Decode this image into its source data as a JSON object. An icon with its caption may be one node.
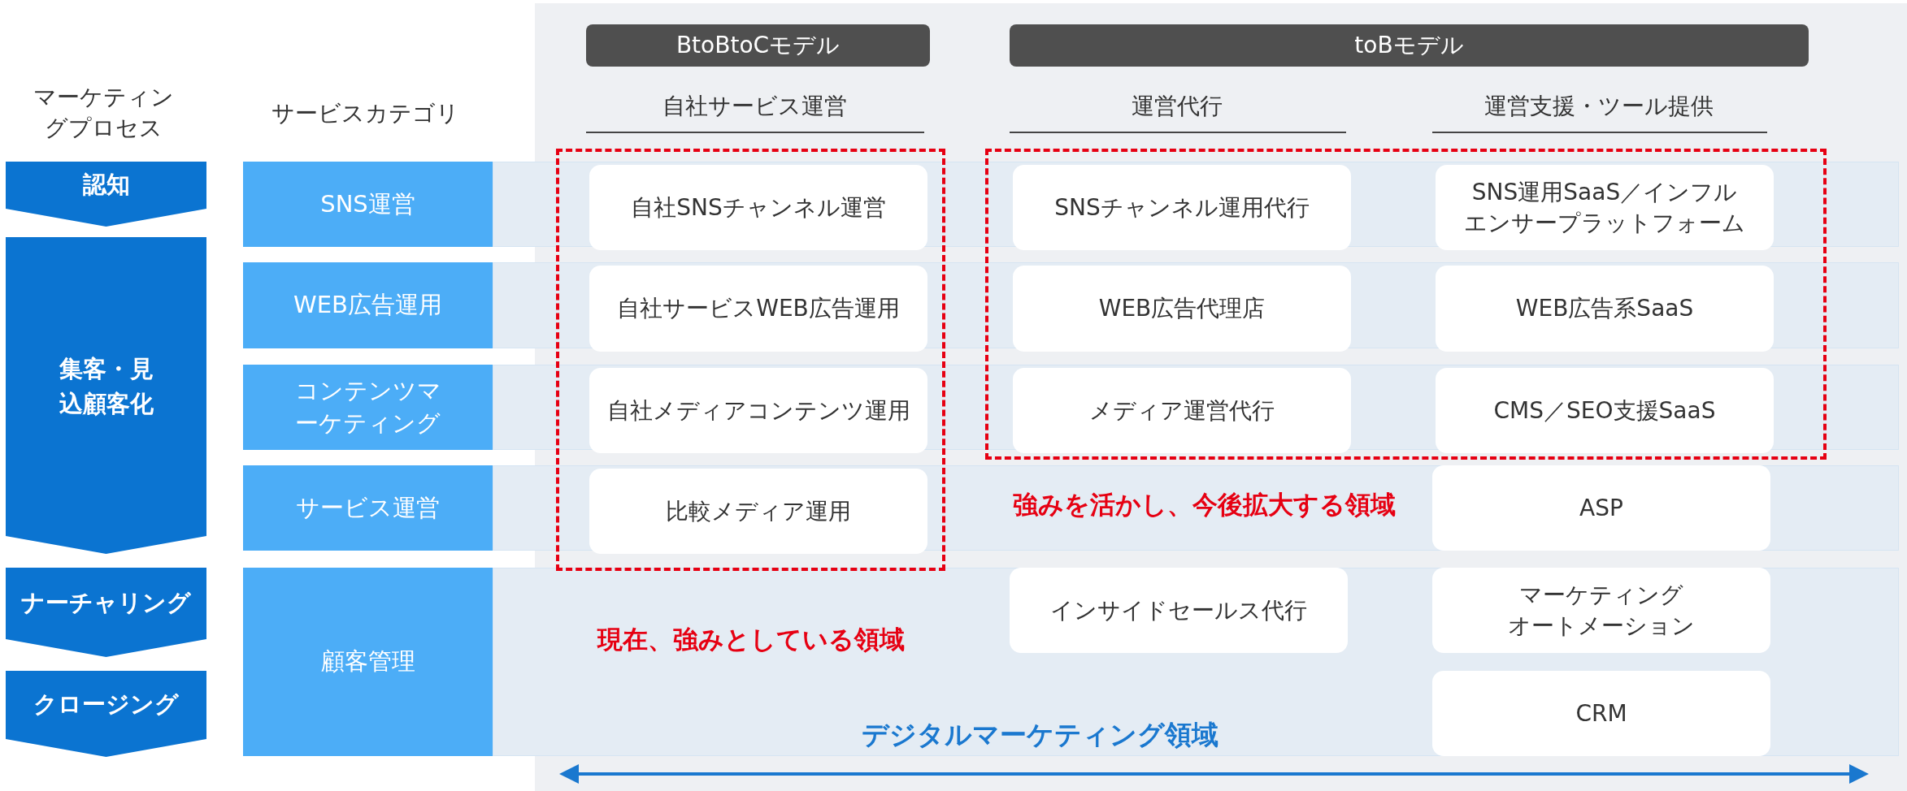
{
  "diagram": {
    "nodes": [
      {
        "text": [
          "BtoBtoCモデル"
        ]
      },
      {
        "text": [
          "toBモデル"
        ]
      },
      {
        "text": [
          "認知"
        ]
      },
      {
        "text": [
          "SNS運営"
        ]
      },
      {
        "text": [
          "現在、強みとしている領域"
        ]
      },
      {
        "text": [
          "自社SNSチャンネル運営"
        ],
        "in": 4
      },
      {
        "text": [
          "強みを活かし、今後拡大する領域"
        ]
      },
      {
        "text": [
          "SNSチャンネル運用代行"
        ],
        "in": 6
      },
      {
        "text": [
          "SNS運用SaaS／インフルエンサープラットフォーム"
        ],
        "in": 6
      },
      {
        "text": [
          "集客・見込顧客化"
        ]
      },
      {
        "text": [
          "WEB広告運用"
        ]
      },
      {
        "text": [
          "自社サービスWEB広告運用"
        ],
        "in": 4
      },
      {
        "text": [
          "WEB広告代理店"
        ],
        "in": 6
      },
      {
        "text": [
          "WEB広告系SaaS"
        ],
        "in": 6
      },
      {
        "text": [
          "コンテンツマーケティング"
        ]
      },
      {
        "text": [
          "自社メディアコンテンツ運用"
        ],
        "in": 4
      },
      {
        "text": [
          "メディア運営代行"
        ],
        "in": 6
      },
      {
        "text": [
          "CMS／SEO支援SaaS"
        ],
        "in": 6
      },
      {
        "text": [
          "サービス運営"
        ]
      },
      {
        "text": [
          "比較メディア運用"
        ],
        "in": 4
      },
      {
        "text": [
          "ASP"
        ]
      },
      {
        "text": [
          "ナーチャリング"
        ]
      },
      {
        "text": [
          "顧客管理"
        ]
      },
      {
        "text": [
          "インサイドセールス代行"
        ]
      },
      {
        "text": [
          "マーケティングオートメーション"
        ]
      },
      {
        "text": [
          "クロージング"
        ]
      },
      {
        "text": [
          "CRM"
        ]
      }
    ],
    "labels": [
      "マーケティングプロセス",
      "サービスカテゴリ",
      "自社サービス運営",
      "運営代行",
      "運営支援・ツール提供",
      "デジタルマーケティング領域"
    ]
  }
}
